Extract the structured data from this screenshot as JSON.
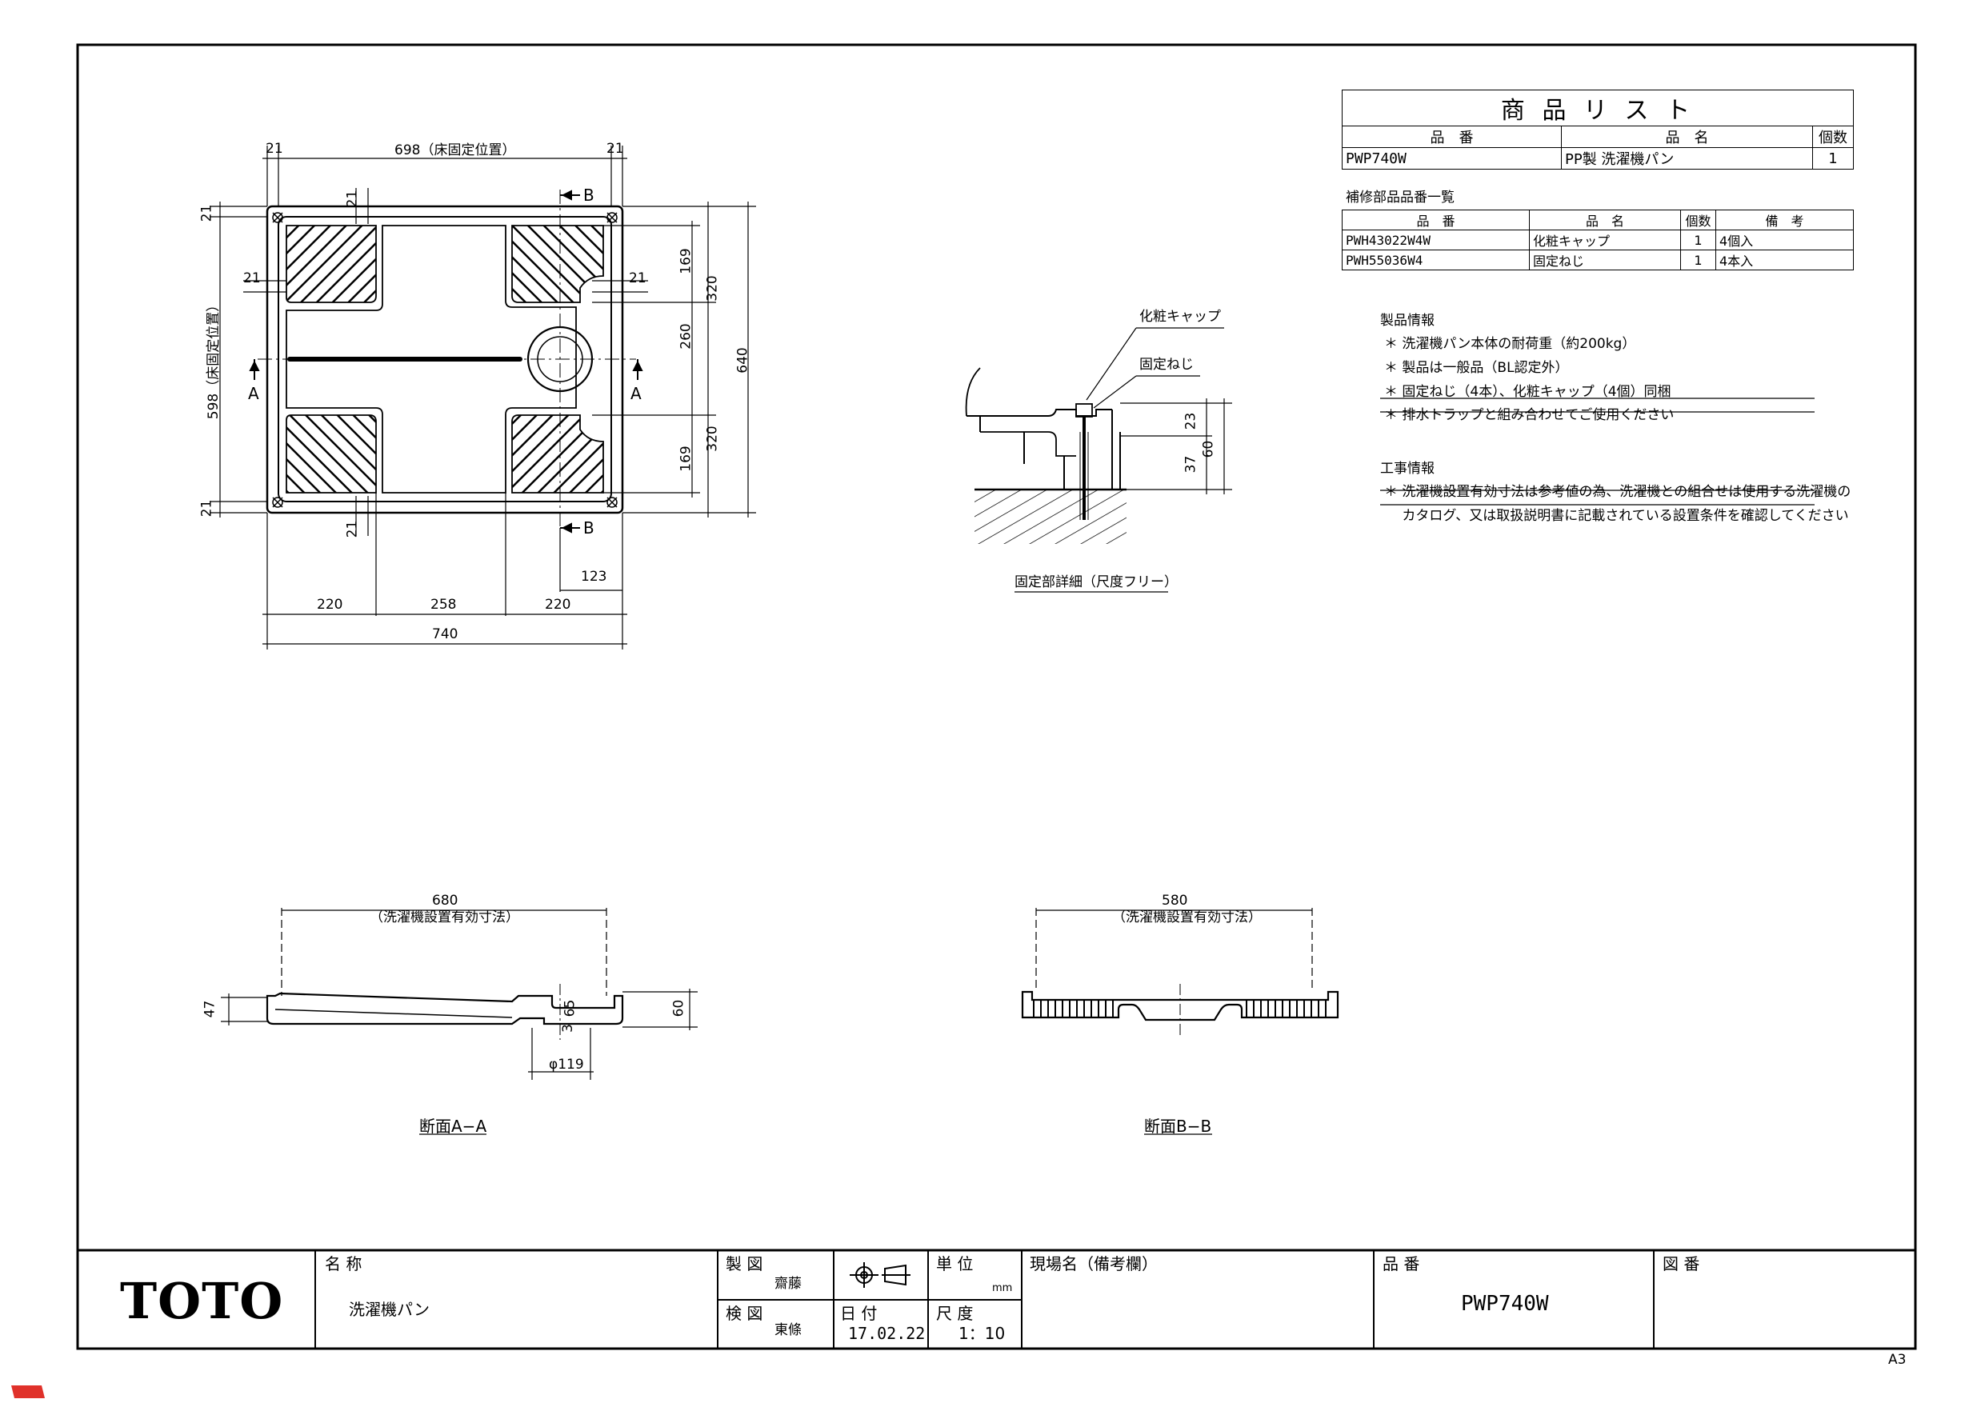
{
  "product_list": {
    "title": "商 品 リ ス ト",
    "headers": [
      "品　番",
      "品　名",
      "個数"
    ],
    "rows": [
      [
        "PWP740W",
        "PP製 洗濯機パン",
        "1"
      ]
    ]
  },
  "parts_list": {
    "title": "補修部品品番一覧",
    "headers": [
      "品　番",
      "品　名",
      "個数",
      "備　考"
    ],
    "rows": [
      [
        "PWH43022W4W",
        "化粧キャップ",
        "1",
        "4個入"
      ],
      [
        "PWH55036W4",
        "固定ねじ",
        "1",
        "4本入"
      ]
    ]
  },
  "product_info": {
    "title": "製品情報",
    "lines": [
      "＊ 洗濯機パン本体の耐荷重（約200kg）",
      "＊ 製品は一般品（BL認定外）",
      "＊ 固定ねじ（4本）、化粧キャップ（4個）同梱",
      "＊ 排水トラップと組み合わせてご使用ください"
    ]
  },
  "construction_info": {
    "title": "工事情報",
    "lines": [
      "＊ 洗濯機設置有効寸法は参考値の為、洗濯機との組合せは使用する洗濯機の",
      "　 カタログ、又は取扱説明書に記載されている設置条件を確認してください"
    ]
  },
  "plan_view": {
    "dims": {
      "top_left": "21",
      "top_mid": "698（床固定位置）",
      "top_right": "21",
      "left_top": "21",
      "left_mid": "598（床固定位置）",
      "left_bottom": "21",
      "inner_21_a": "21",
      "inner_21_b": "21",
      "inner_21_c": "21",
      "inner_21_d": "21",
      "r169_top": "169",
      "r260": "260",
      "r169_bottom": "169",
      "r320_top": "320",
      "r320_bottom": "320",
      "r640": "640",
      "b220_left": "220",
      "b258": "258",
      "b220_right": "220",
      "b740": "740",
      "b123": "123"
    },
    "section_marks": {
      "a_left": "A",
      "a_right": "A",
      "b_top": "B",
      "b_bottom": "B"
    }
  },
  "detail_view": {
    "label_cap": "化粧キャップ",
    "label_screw": "固定ねじ",
    "dim_23": "23",
    "dim_37": "37",
    "dim_60": "60",
    "caption": "固定部詳細（尺度フリー）"
  },
  "section_aa": {
    "dim_680": "680",
    "effective": "（洗濯機設置有効寸法）",
    "dim_47": "47",
    "dim_3": "3",
    "dim_65": "65",
    "dim_60": "60",
    "dim_phi": "φ119",
    "caption": "断面A−A"
  },
  "section_bb": {
    "dim_580": "580",
    "effective": "（洗濯機設置有効寸法）",
    "caption": "断面B−B"
  },
  "title_block": {
    "logo": "TOTO",
    "name_label": "名 称",
    "name_value": "洗濯機パン",
    "drawn_label": "製 図",
    "drawn_value": "齋藤",
    "checked_label": "検 図",
    "checked_value": "東條",
    "unit_label": "単 位",
    "unit_value": "mm",
    "date_label": "日 付",
    "date_value": "17.02.22",
    "scale_label": "尺 度",
    "scale_value": "1：10",
    "site_label": "現場名（備考欄）",
    "part_label": "品 番",
    "part_value": "PWP740W",
    "drawing_no_label": "図 番",
    "sheet_size": "A3"
  },
  "colors": {
    "line": "#000000",
    "corner_mark": "#e0312a"
  }
}
